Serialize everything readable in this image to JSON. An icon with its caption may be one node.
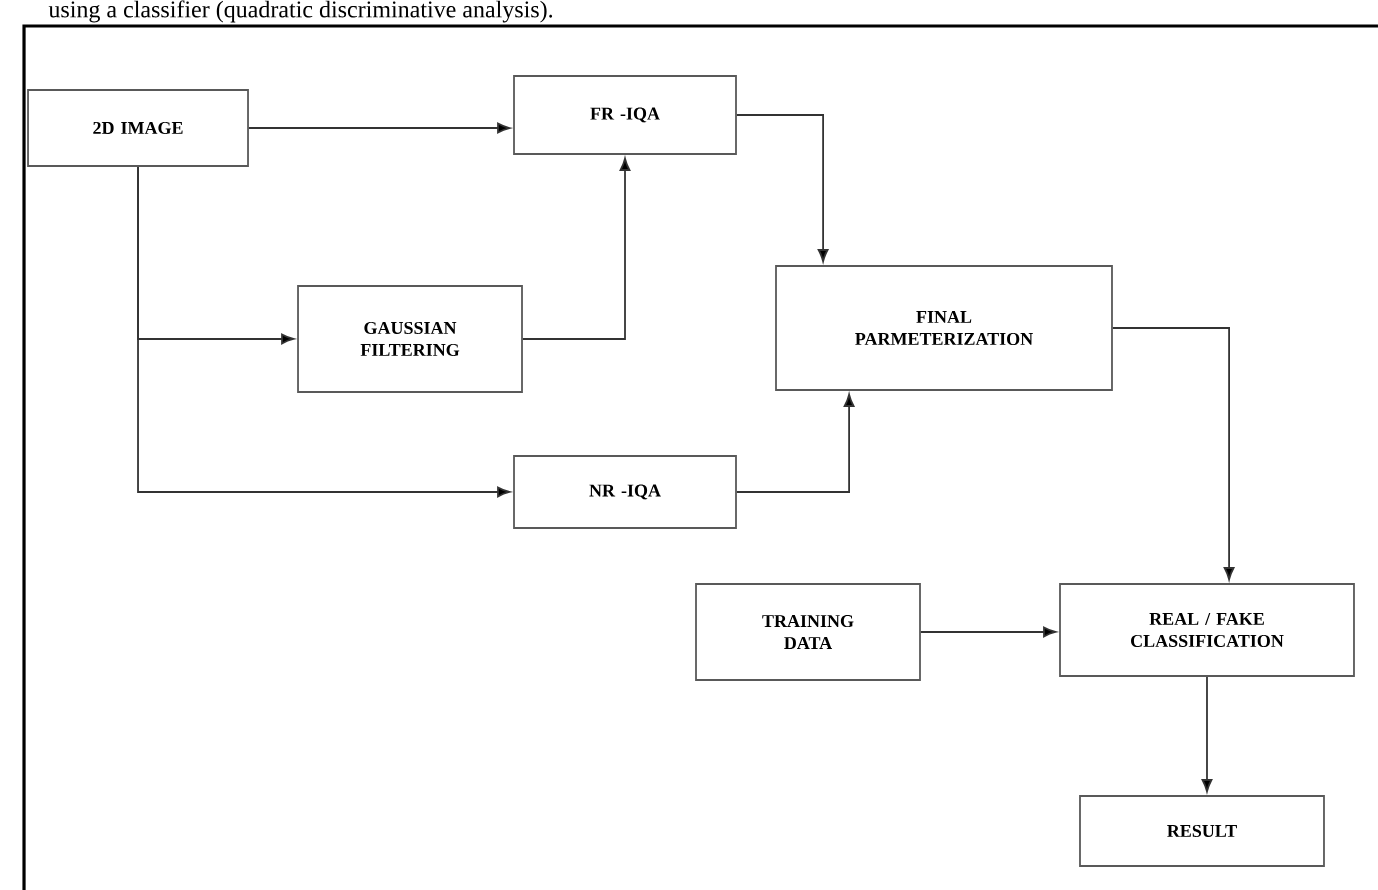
{
  "diagram": {
    "nodes": [
      {
        "text": [
          "2D IMAGE"
        ]
      },
      {
        "text": [
          "FR -IQA"
        ]
      },
      {
        "text": [
          "GAUSSIAN FILTERING"
        ]
      },
      {
        "text": [
          "FINAL PARMETERIZATION"
        ]
      },
      {
        "text": [
          "NR -IQA"
        ]
      },
      {
        "text": [
          "TRAINING DATA"
        ]
      },
      {
        "text": [
          "REAL / FAKE CLASSIFICATION"
        ]
      },
      {
        "text": [
          "RESULT"
        ]
      }
    ],
    "edges": [
      {
        "from": 0,
        "to": 1,
        "arrow": "to"
      },
      {
        "from": 0,
        "to": 2,
        "arrow": "to"
      },
      {
        "from": 0,
        "to": 4,
        "arrow": "to"
      },
      {
        "from": 2,
        "to": 1,
        "arrow": "to"
      },
      {
        "from": 1,
        "to": 3,
        "arrow": "to"
      },
      {
        "from": 4,
        "to": 3,
        "arrow": "to"
      },
      {
        "from": 3,
        "to": 6,
        "arrow": "to"
      },
      {
        "from": 5,
        "to": 6,
        "arrow": "to"
      },
      {
        "from": 6,
        "to": 7,
        "arrow": "to"
      }
    ],
    "labels": [
      "using a classifier (quadratic discriminative analysis)."
    ]
  }
}
